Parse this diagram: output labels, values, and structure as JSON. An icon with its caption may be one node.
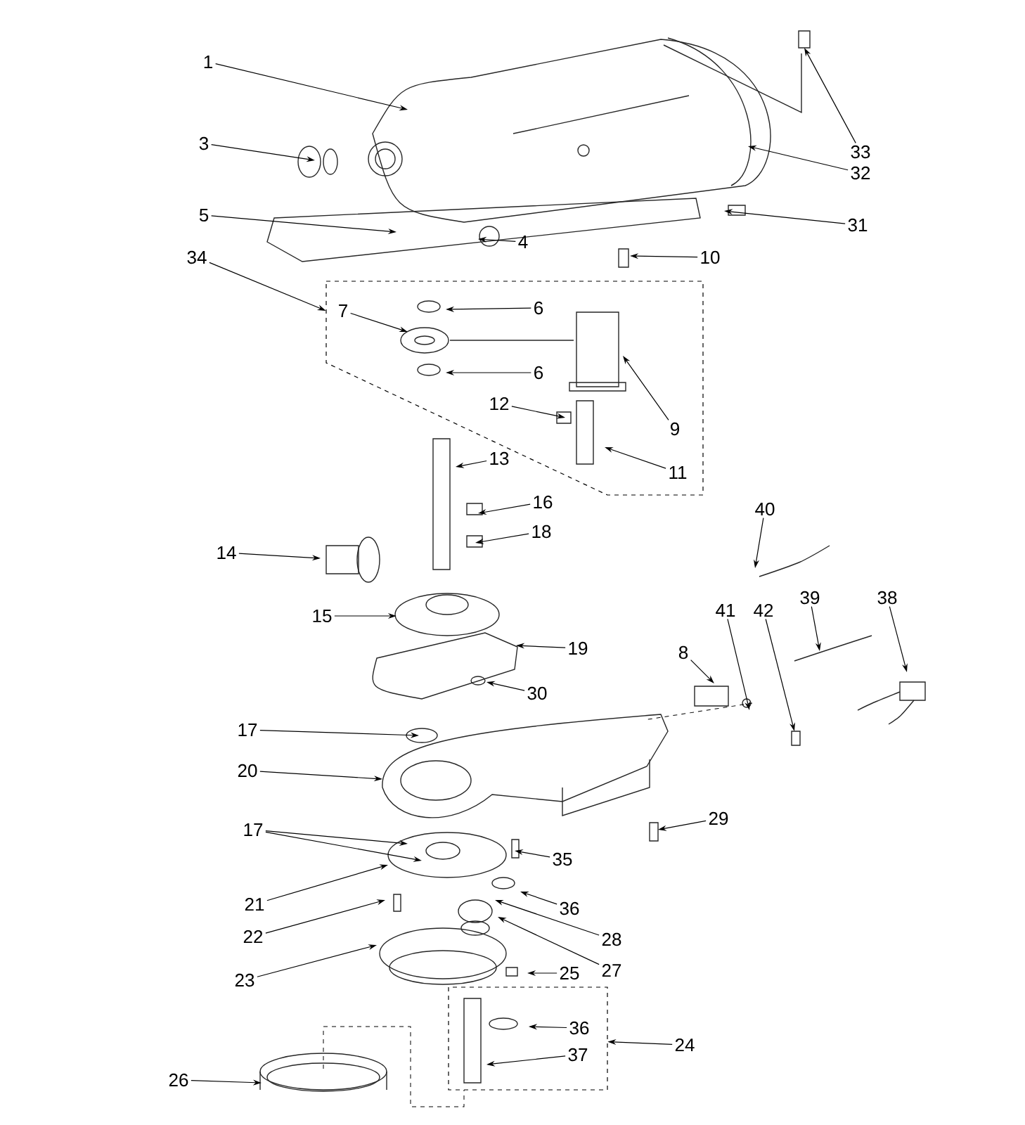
{
  "diagram": {
    "nodes": [
      {
        "text": [
          "1"
        ]
      },
      {
        "text": [
          "33"
        ]
      },
      {
        "text": [
          "3"
        ]
      },
      {
        "text": [
          "32"
        ]
      },
      {
        "text": [
          "5"
        ]
      },
      {
        "text": [
          "4"
        ]
      },
      {
        "text": [
          "31"
        ]
      },
      {
        "text": [
          "34"
        ]
      },
      {
        "text": [
          "10"
        ]
      },
      {
        "text": [],
        "shape": "box"
      },
      {
        "text": [
          "7"
        ],
        "in": 9
      },
      {
        "text": [
          "6"
        ],
        "in": 9
      },
      {
        "text": [
          "6"
        ],
        "in": 9
      },
      {
        "text": [
          "12"
        ],
        "in": 9
      },
      {
        "text": [
          "9"
        ],
        "in": 9
      },
      {
        "text": [
          "11"
        ],
        "in": 9
      },
      {
        "text": [
          "13"
        ]
      },
      {
        "text": [
          "16"
        ]
      },
      {
        "text": [
          "40"
        ]
      },
      {
        "text": [
          "18"
        ]
      },
      {
        "text": [
          "14"
        ]
      },
      {
        "text": [
          "39"
        ]
      },
      {
        "text": [
          "38"
        ]
      },
      {
        "text": [
          "15"
        ]
      },
      {
        "text": [
          "41"
        ]
      },
      {
        "text": [
          "42"
        ]
      },
      {
        "text": [
          "19"
        ]
      },
      {
        "text": [
          "8"
        ]
      },
      {
        "text": [
          "30"
        ]
      },
      {
        "text": [
          "17"
        ]
      },
      {
        "text": [
          "20"
        ]
      },
      {
        "text": [
          "29"
        ]
      },
      {
        "text": [
          "17"
        ]
      },
      {
        "text": [
          "35"
        ]
      },
      {
        "text": [
          "21"
        ]
      },
      {
        "text": [
          "36"
        ]
      },
      {
        "text": [
          "22"
        ]
      },
      {
        "text": [
          "28"
        ]
      },
      {
        "text": [
          "23"
        ]
      },
      {
        "text": [
          "27"
        ]
      },
      {
        "text": [
          "25"
        ]
      },
      {
        "text": [],
        "shape": "box"
      },
      {
        "text": [
          "36"
        ],
        "in": 41
      },
      {
        "text": [
          "24"
        ]
      },
      {
        "text": [
          "37"
        ],
        "in": 41
      },
      {
        "text": [
          "26"
        ]
      }
    ],
    "edges": [
      {
        "from": 0,
        "to": null,
        "arrow": "to"
      },
      {
        "from": 1,
        "to": null,
        "arrow": "to"
      },
      {
        "from": 2,
        "to": null,
        "arrow": "to"
      },
      {
        "from": 3,
        "to": null,
        "arrow": "to"
      },
      {
        "from": 4,
        "to": null,
        "arrow": "to"
      },
      {
        "from": 5,
        "to": null,
        "arrow": "to"
      },
      {
        "from": 6,
        "to": null,
        "arrow": "to"
      },
      {
        "from": 7,
        "to": 9,
        "arrow": "to"
      },
      {
        "from": 8,
        "to": null,
        "arrow": "to"
      },
      {
        "from": 10,
        "to": null,
        "arrow": "to"
      },
      {
        "from": 11,
        "to": null,
        "arrow": "to"
      },
      {
        "from": 12,
        "to": null,
        "arrow": "to"
      },
      {
        "from": 13,
        "to": null,
        "arrow": "to"
      },
      {
        "from": 14,
        "to": null,
        "arrow": "to"
      },
      {
        "from": 15,
        "to": null,
        "arrow": "to"
      },
      {
        "from": 16,
        "to": null,
        "arrow": "to"
      },
      {
        "from": 17,
        "to": null,
        "arrow": "to"
      },
      {
        "from": 18,
        "to": null,
        "arrow": "to"
      },
      {
        "from": 19,
        "to": null,
        "arrow": "to"
      },
      {
        "from": 20,
        "to": null,
        "arrow": "to"
      },
      {
        "from": 21,
        "to": null,
        "arrow": "to"
      },
      {
        "from": 22,
        "to": null,
        "arrow": "to"
      },
      {
        "from": 23,
        "to": null,
        "arrow": "to"
      },
      {
        "from": 24,
        "to": null,
        "arrow": "to"
      },
      {
        "from": 25,
        "to": null,
        "arrow": "to"
      },
      {
        "from": 26,
        "to": null,
        "arrow": "to"
      },
      {
        "from": 27,
        "to": null,
        "arrow": "to"
      },
      {
        "from": 28,
        "to": null,
        "arrow": "to"
      },
      {
        "from": 29,
        "to": null,
        "arrow": "to"
      },
      {
        "from": 30,
        "to": null,
        "arrow": "to"
      },
      {
        "from": 31,
        "to": null,
        "arrow": "to"
      },
      {
        "from": 32,
        "to": null,
        "arrow": "to"
      },
      {
        "from": 32,
        "to": null,
        "arrow": "to"
      },
      {
        "from": 33,
        "to": null,
        "arrow": "to"
      },
      {
        "from": 34,
        "to": null,
        "arrow": "to"
      },
      {
        "from": 35,
        "to": null,
        "arrow": "to"
      },
      {
        "from": 36,
        "to": null,
        "arrow": "to"
      },
      {
        "from": 37,
        "to": null,
        "arrow": "to"
      },
      {
        "from": 38,
        "to": null,
        "arrow": "to"
      },
      {
        "from": 39,
        "to": null,
        "arrow": "to"
      },
      {
        "from": 40,
        "to": null,
        "arrow": "to"
      },
      {
        "from": 42,
        "to": null,
        "arrow": "to"
      },
      {
        "from": 43,
        "to": 41,
        "arrow": "to"
      },
      {
        "from": 44,
        "to": null,
        "arrow": "to"
      },
      {
        "from": 45,
        "to": null,
        "arrow": "to"
      }
    ]
  }
}
